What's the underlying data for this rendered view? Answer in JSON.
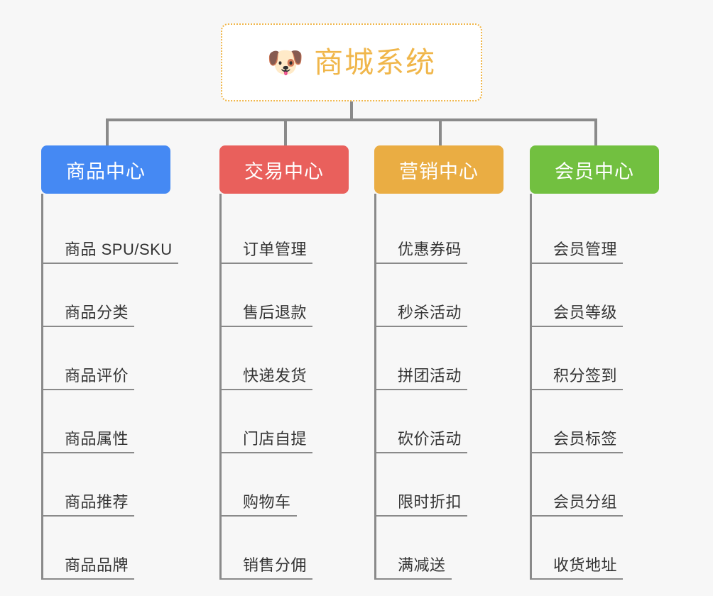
{
  "diagram": {
    "type": "tree-mindmap",
    "background_color": "#f7f7f7",
    "root": {
      "icon": "shiba-dog-face-emoji",
      "icon_glyph": "🐶",
      "title": "商城系统",
      "text_color": "#f0b64a",
      "border_color": "#f0b64a",
      "background_color": "#ffffff"
    },
    "connector_color": "#8a8a8a",
    "columns": [
      {
        "id": "product-center",
        "label": "商品中心",
        "color": "#4589f3",
        "leaves": [
          "商品 SPU/SKU",
          "商品分类",
          "商品评价",
          "商品属性",
          "商品推荐",
          "商品品牌"
        ]
      },
      {
        "id": "trade-center",
        "label": "交易中心",
        "color": "#e9605c",
        "leaves": [
          "订单管理",
          "售后退款",
          "快递发货",
          "门店自提",
          "购物车",
          "销售分佣"
        ]
      },
      {
        "id": "marketing-center",
        "label": "营销中心",
        "color": "#eaad43",
        "leaves": [
          "优惠券码",
          "秒杀活动",
          "拼团活动",
          "砍价活动",
          "限时折扣",
          "满减送"
        ]
      },
      {
        "id": "member-center",
        "label": "会员中心",
        "color": "#72c040",
        "leaves": [
          "会员管理",
          "会员等级",
          "积分签到",
          "会员标签",
          "会员分组",
          "收货地址"
        ]
      }
    ]
  }
}
